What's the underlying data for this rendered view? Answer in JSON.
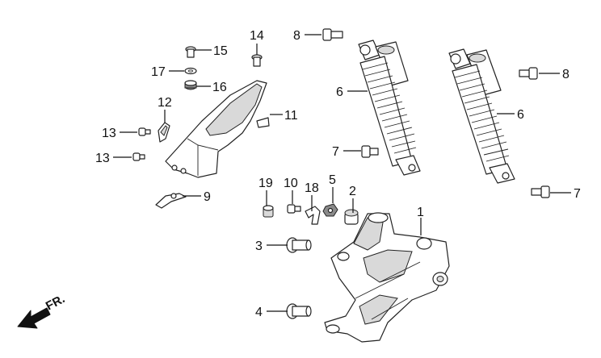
{
  "callouts": [
    {
      "id": "c1",
      "text": "1"
    },
    {
      "id": "c2",
      "text": "2"
    },
    {
      "id": "c3",
      "text": "3"
    },
    {
      "id": "c4",
      "text": "4"
    },
    {
      "id": "c5",
      "text": "5"
    },
    {
      "id": "c6a",
      "text": "6"
    },
    {
      "id": "c6b",
      "text": "6"
    },
    {
      "id": "c7a",
      "text": "7"
    },
    {
      "id": "c7b",
      "text": "7"
    },
    {
      "id": "c8a",
      "text": "8"
    },
    {
      "id": "c8b",
      "text": "8"
    },
    {
      "id": "c9",
      "text": "9"
    },
    {
      "id": "c10",
      "text": "10"
    },
    {
      "id": "c11",
      "text": "11"
    },
    {
      "id": "c12",
      "text": "12"
    },
    {
      "id": "c13a",
      "text": "13"
    },
    {
      "id": "c13b",
      "text": "13"
    },
    {
      "id": "c14",
      "text": "14"
    },
    {
      "id": "c15",
      "text": "15"
    },
    {
      "id": "c16",
      "text": "16"
    },
    {
      "id": "c17",
      "text": "17"
    },
    {
      "id": "c18",
      "text": "18"
    },
    {
      "id": "c19",
      "text": "19"
    }
  ],
  "direction": {
    "label": "FR.",
    "icon": "front-direction-arrow-icon"
  },
  "colors": {
    "line": "#222222",
    "shade": "#d9d9d9",
    "background": "#ffffff"
  }
}
